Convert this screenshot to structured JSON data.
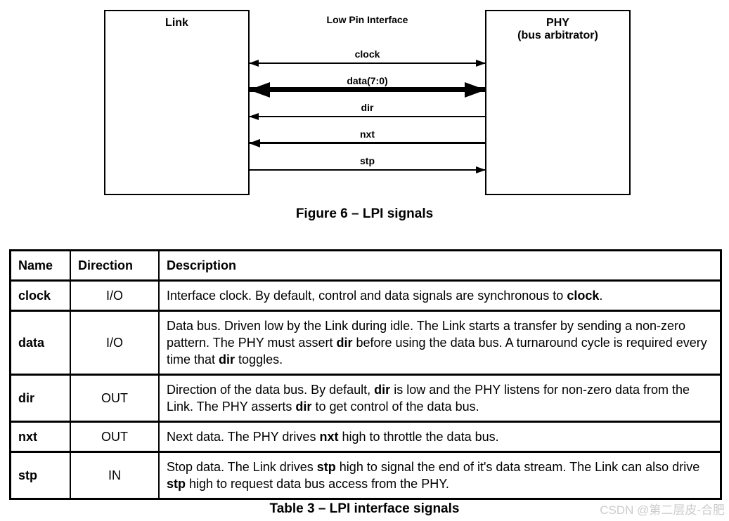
{
  "diagram": {
    "link_box_label": "Link",
    "bus_label": "Low Pin Interface",
    "phy_box_title": "PHY",
    "phy_box_subtitle": "(bus arbitrator)",
    "caption": "Figure 6 – LPI signals",
    "signals": [
      {
        "label": "clock",
        "direction": "both",
        "weight": "thin"
      },
      {
        "label": "data(7:0)",
        "direction": "both",
        "weight": "thick"
      },
      {
        "label": "dir",
        "direction": "left",
        "weight": "thin"
      },
      {
        "label": "nxt",
        "direction": "left",
        "weight": "medium"
      },
      {
        "label": "stp",
        "direction": "right",
        "weight": "thin"
      }
    ]
  },
  "table": {
    "caption": "Table 3 – LPI interface signals",
    "headers": [
      "Name",
      "Direction",
      "Description"
    ],
    "rows": [
      {
        "name": "clock",
        "direction": "I/O",
        "description": [
          {
            "t": "Interface clock. By default, control and data signals are synchronous to ",
            "b": false
          },
          {
            "t": "clock",
            "b": true
          },
          {
            "t": ".",
            "b": false
          }
        ]
      },
      {
        "name": "data",
        "direction": "I/O",
        "description": [
          {
            "t": "Data bus. Driven low by the Link during idle. The Link starts a transfer by sending a non-zero pattern. The PHY must assert ",
            "b": false
          },
          {
            "t": "dir",
            "b": true
          },
          {
            "t": " before using the data bus. A turnaround cycle is required every time that ",
            "b": false
          },
          {
            "t": "dir",
            "b": true
          },
          {
            "t": " toggles.",
            "b": false
          }
        ]
      },
      {
        "name": "dir",
        "direction": "OUT",
        "description": [
          {
            "t": "Direction of the data bus. By default, ",
            "b": false
          },
          {
            "t": "dir",
            "b": true
          },
          {
            "t": " is low and the PHY listens for non-zero data from the Link. The PHY asserts ",
            "b": false
          },
          {
            "t": "dir",
            "b": true
          },
          {
            "t": " to get control of the data bus.",
            "b": false
          }
        ]
      },
      {
        "name": "nxt",
        "direction": "OUT",
        "description": [
          {
            "t": "Next data. The PHY drives ",
            "b": false
          },
          {
            "t": "nxt",
            "b": true
          },
          {
            "t": " high to throttle the data bus.",
            "b": false
          }
        ]
      },
      {
        "name": "stp",
        "direction": "IN",
        "description": [
          {
            "t": "Stop data. The Link drives ",
            "b": false
          },
          {
            "t": "stp",
            "b": true
          },
          {
            "t": " high to signal the end of it's data stream. The Link can also drive ",
            "b": false
          },
          {
            "t": "stp",
            "b": true
          },
          {
            "t": " high to request data bus access from the PHY.",
            "b": false
          }
        ]
      }
    ]
  },
  "watermark": "CSDN @第二层皮-合肥"
}
